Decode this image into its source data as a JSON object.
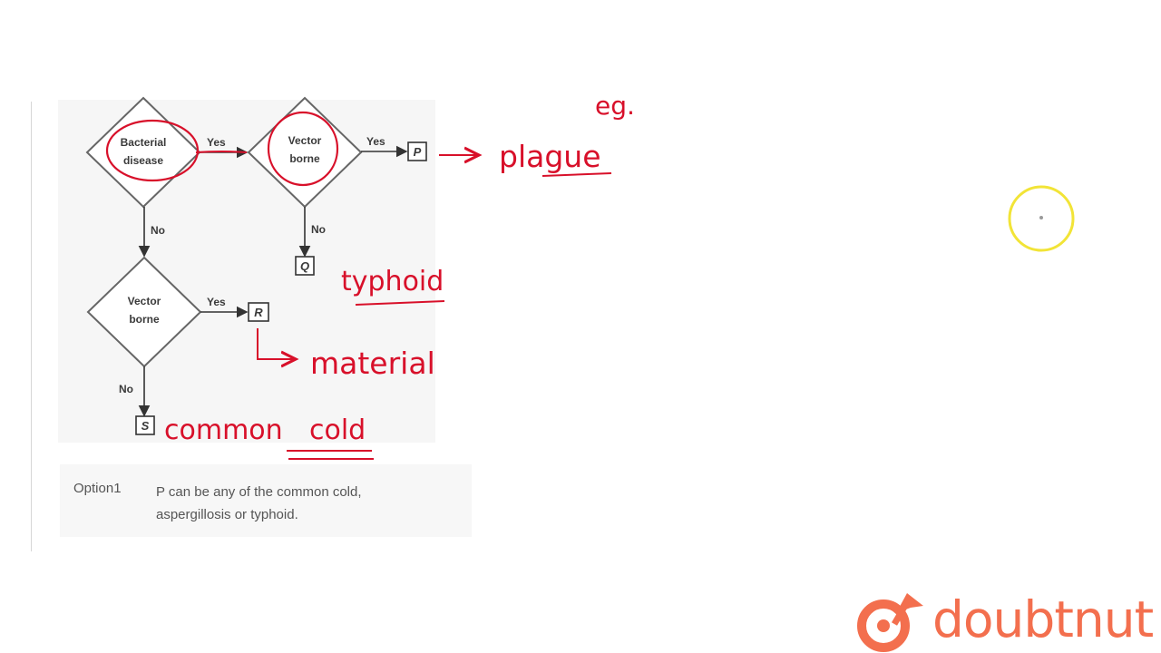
{
  "diagram": {
    "nodes": {
      "bacterial": [
        "Bacterial",
        "disease"
      ],
      "vector_top": [
        "Vector",
        "borne"
      ],
      "vector_bottom": [
        "Vector",
        "borne"
      ]
    },
    "edges": {
      "yes_1": "Yes",
      "yes_2": "Yes",
      "no_1": "No",
      "no_2": "No",
      "yes_3": "Yes",
      "no_3": "No"
    },
    "outcomes": {
      "p": "P",
      "q": "Q",
      "r": "R",
      "s": "S"
    }
  },
  "annotations": {
    "eg": "eg.",
    "plague": "plague",
    "typhoid": "typhoid",
    "material": "material",
    "common": "common",
    "cold": "cold"
  },
  "option": {
    "label": "Option1",
    "text_line1": "P can be any of the common cold,",
    "text_line2": "aspergillosis or typhoid."
  },
  "brand": {
    "name": "doubtnut"
  },
  "colors": {
    "annotation_red": "#d8102a",
    "brand_orange": "#f36f4e",
    "cursor_yellow": "#f2e437"
  }
}
